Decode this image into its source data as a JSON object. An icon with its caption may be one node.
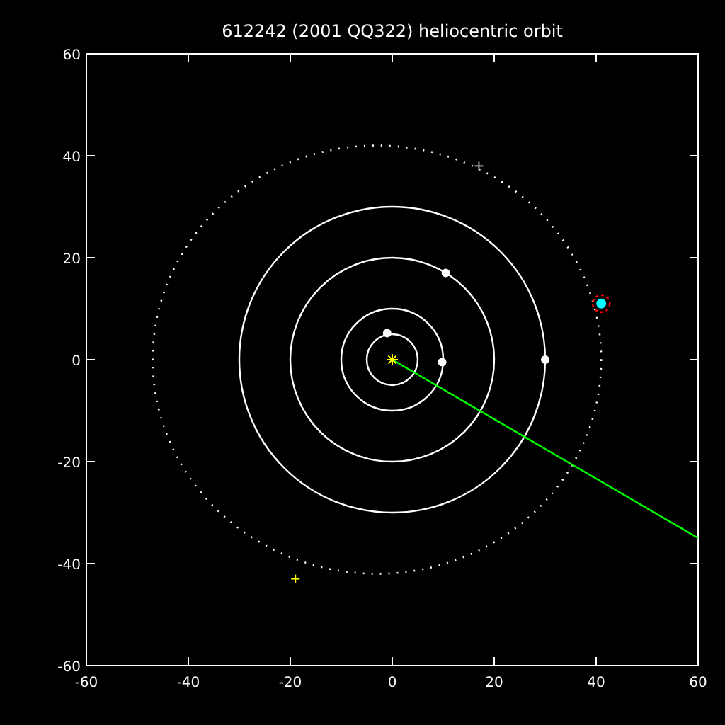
{
  "diagram": {
    "title": "612242 (2001 QQ322) heliocentric orbit",
    "labels": [
      "60",
      "40",
      "20",
      "0",
      "-20",
      "-40",
      "-60",
      "-60",
      "-40",
      "-20",
      "0",
      "20",
      "40",
      "60"
    ]
  }
}
